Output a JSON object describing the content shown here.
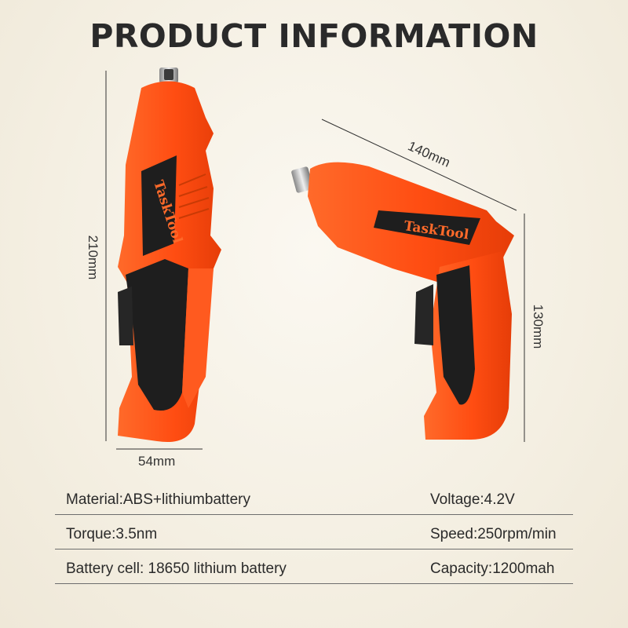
{
  "title": "PRODUCT INFORMATION",
  "brand": "TaskTool",
  "dimensions": {
    "height_front": "210mm",
    "width_front": "54mm",
    "length_side": "140mm",
    "height_side": "130mm"
  },
  "specs": [
    {
      "left": "Material:ABS+lithiumbattery",
      "right": "Voltage:4.2V"
    },
    {
      "left": "Torque:3.5nm",
      "right": "Speed:250rpm/min"
    },
    {
      "left": "Battery cell: 18650 lithium battery",
      "right": "Capacity:1200mah"
    }
  ],
  "colors": {
    "body": "#ff5a1f",
    "grip": "#1e1e1e",
    "text": "#2a2a2a"
  }
}
